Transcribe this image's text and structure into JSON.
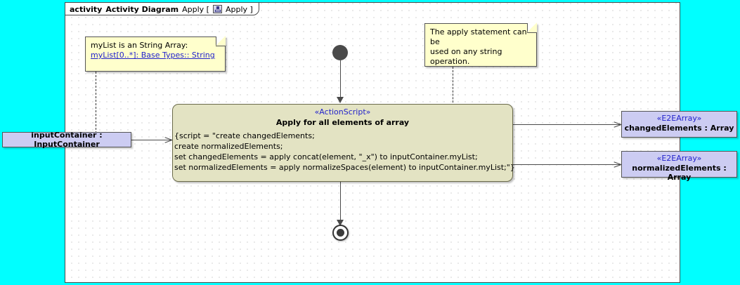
{
  "frame": {
    "keyword": "activity",
    "name": "Activity Diagram",
    "label_prefix": "Apply [",
    "icon": "activity-icon",
    "label_suffix": "Apply ]",
    "background": "#ffffff",
    "border_color": "#4a4a4a"
  },
  "canvas": {
    "background": "#00ffff"
  },
  "notes": [
    {
      "line1": "myList is an String Array:",
      "link": "myList[0..*]: Base Types:: String",
      "background": "#ffffcc"
    },
    {
      "line1": "The apply statement can be",
      "line2": "used on any string",
      "line3": "operation.",
      "background": "#ffffcc"
    }
  ],
  "action": {
    "stereotype": "«ActionScript»",
    "name": "Apply for all elements of array",
    "script_lines": [
      "{script = \"create changedElements;",
      "create normalizedElements;",
      "set changedElements = apply concat(element, \"_x\") to inputContainer.myList;",
      "set normalizedElements = apply normalizeSpaces(element) to inputContainer.myList;\"}"
    ],
    "fill": "#e3e3c3",
    "stereotype_color": "#2222cc"
  },
  "input_object": {
    "name": "inputContainer : InputContainer",
    "fill": "#ccccf2"
  },
  "output_objects": [
    {
      "stereotype": "«E2EArray»",
      "name": "changedElements : Array",
      "fill": "#ccccf2"
    },
    {
      "stereotype": "«E2EArray»",
      "name": "normalizedElements : Array",
      "fill": "#ccccf2"
    }
  ],
  "nodes": {
    "initial": "initial-node",
    "final": "activity-final-node"
  }
}
